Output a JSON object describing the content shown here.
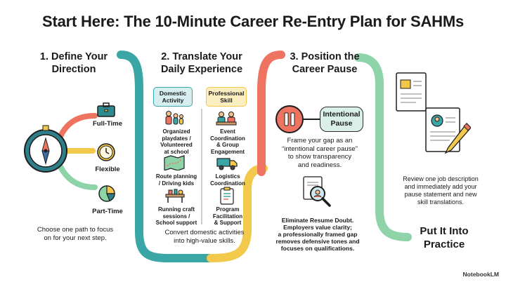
{
  "title": "Start Here: The 10-Minute Career Re-Entry Plan for SAHMs",
  "step1": {
    "heading_line1": "1. Define Your",
    "heading_line2": "Direction",
    "options": [
      {
        "label": "Full-Time",
        "icon": "briefcase-icon"
      },
      {
        "label": "Flexible",
        "icon": "clock-icon"
      },
      {
        "label": "Part-Time",
        "icon": "pie-chart-icon"
      }
    ],
    "caption_line1": "Choose one path to focus",
    "caption_line2": "on for your next step."
  },
  "step2": {
    "heading_line1": "2. Translate Your",
    "heading_line2": "Daily Experience",
    "col_left_line1": "Domestic",
    "col_left_line2": "Activity",
    "col_right_line1": "Professional",
    "col_right_line2": "Skill",
    "rows": [
      {
        "domestic": [
          "Organized",
          "playdates /",
          "Volunteered",
          "at school"
        ],
        "professional": [
          "Event",
          "Coordination",
          "& Group",
          "Engagement"
        ]
      },
      {
        "domestic": [
          "Route planning",
          "/ Driving kids"
        ],
        "professional": [
          "Logistics",
          "Coordination"
        ]
      },
      {
        "domestic": [
          "Running craft",
          "sessions /",
          "School support"
        ],
        "professional": [
          "Program",
          "Facilitation",
          "& Support"
        ]
      }
    ],
    "caption_line1": "Convert domestic activities",
    "caption_line2": "into high-value skills."
  },
  "step3": {
    "heading_line1": "3. Position the",
    "heading_line2": "Career Pause",
    "bubble_line1": "Intentional",
    "bubble_line2": "Pause",
    "frame_lines": [
      "Frame your gap as an",
      "“intentional career pause”",
      "to show transparency",
      "and readiness."
    ],
    "eliminate_lines": [
      "Eliminate Resume Doubt.",
      "Employers value clarity;",
      "a professionally framed gap",
      "removes defensive tones and",
      "focuses on qualifications."
    ]
  },
  "step4": {
    "review_lines": [
      "Review one job description",
      "and immediately add your",
      "pause statement and new",
      "skill translations."
    ],
    "heading_line1": "Put It Into",
    "heading_line2": "Practice"
  },
  "brand": "NotebookLM",
  "colors": {
    "teal": "#3aa6a6",
    "yellow": "#f3c94b",
    "coral": "#ee7461",
    "mint": "#8fd3a9"
  }
}
